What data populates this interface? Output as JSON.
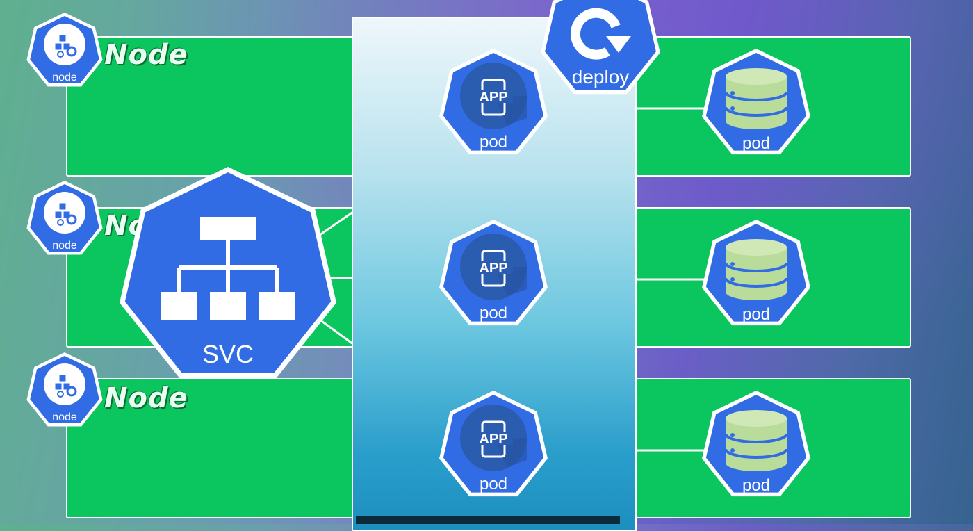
{
  "nodes": [
    {
      "label": "Node",
      "badge_text": "node"
    },
    {
      "label": "No",
      "badge_text": "node"
    },
    {
      "label": "Node",
      "badge_text": "node"
    }
  ],
  "service": {
    "label": "SVC",
    "icon": "hierarchy-icon"
  },
  "deployment": {
    "label": "deploy",
    "icon": "refresh-arrow-icon"
  },
  "app_pods": [
    {
      "app_text": "APP",
      "label": "pod"
    },
    {
      "app_text": "APP",
      "label": "pod"
    },
    {
      "app_text": "APP",
      "label": "pod"
    }
  ],
  "db_pods": [
    {
      "label": "pod",
      "icon": "database-icon"
    },
    {
      "label": "pod",
      "icon": "database-icon"
    },
    {
      "label": "pod",
      "icon": "database-icon"
    }
  ],
  "colors": {
    "row_green": "#0bc55f",
    "k8s_blue": "#326ce5",
    "white": "#ffffff",
    "db_green": "#b9dc9a"
  }
}
